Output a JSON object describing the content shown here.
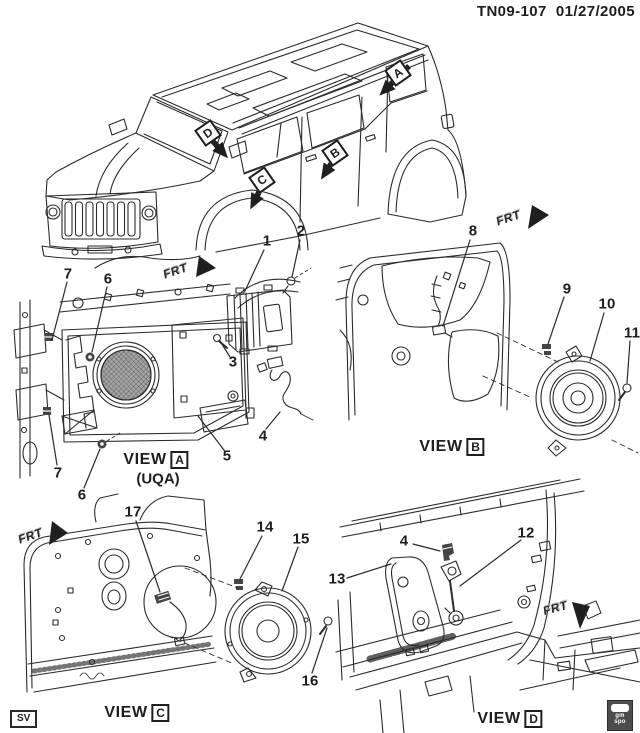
{
  "header": {
    "code": "TN09-107",
    "date": "01/27/2005"
  },
  "frt": {
    "label": "FRT"
  },
  "vehicle": {
    "arrow_labels": {
      "a": "A",
      "b": "B",
      "c": "C",
      "d": "D"
    }
  },
  "views": {
    "a": {
      "view_word": "VIEW",
      "letter": "A",
      "option_code": "(UQA)"
    },
    "b": {
      "view_word": "VIEW",
      "letter": "B"
    },
    "c": {
      "view_word": "VIEW",
      "letter": "C"
    },
    "d": {
      "view_word": "VIEW",
      "letter": "D"
    }
  },
  "callouts": {
    "c1": "1",
    "c2": "2",
    "c3": "3",
    "c4a": "4",
    "c5": "5",
    "c6a": "6",
    "c6b": "6",
    "c7a": "7",
    "c7b": "7",
    "c8": "8",
    "c9": "9",
    "c10": "10",
    "c11": "11",
    "c12": "12",
    "c13": "13",
    "c14": "14",
    "c15": "15",
    "c16": "16",
    "c17": "17",
    "c4d": "4"
  },
  "footer": {
    "page_code": "SV",
    "logo_line1": "gm",
    "logo_line2": "spo"
  },
  "colors": {
    "ink": "#2b2b2b",
    "paper": "#ffffff"
  }
}
